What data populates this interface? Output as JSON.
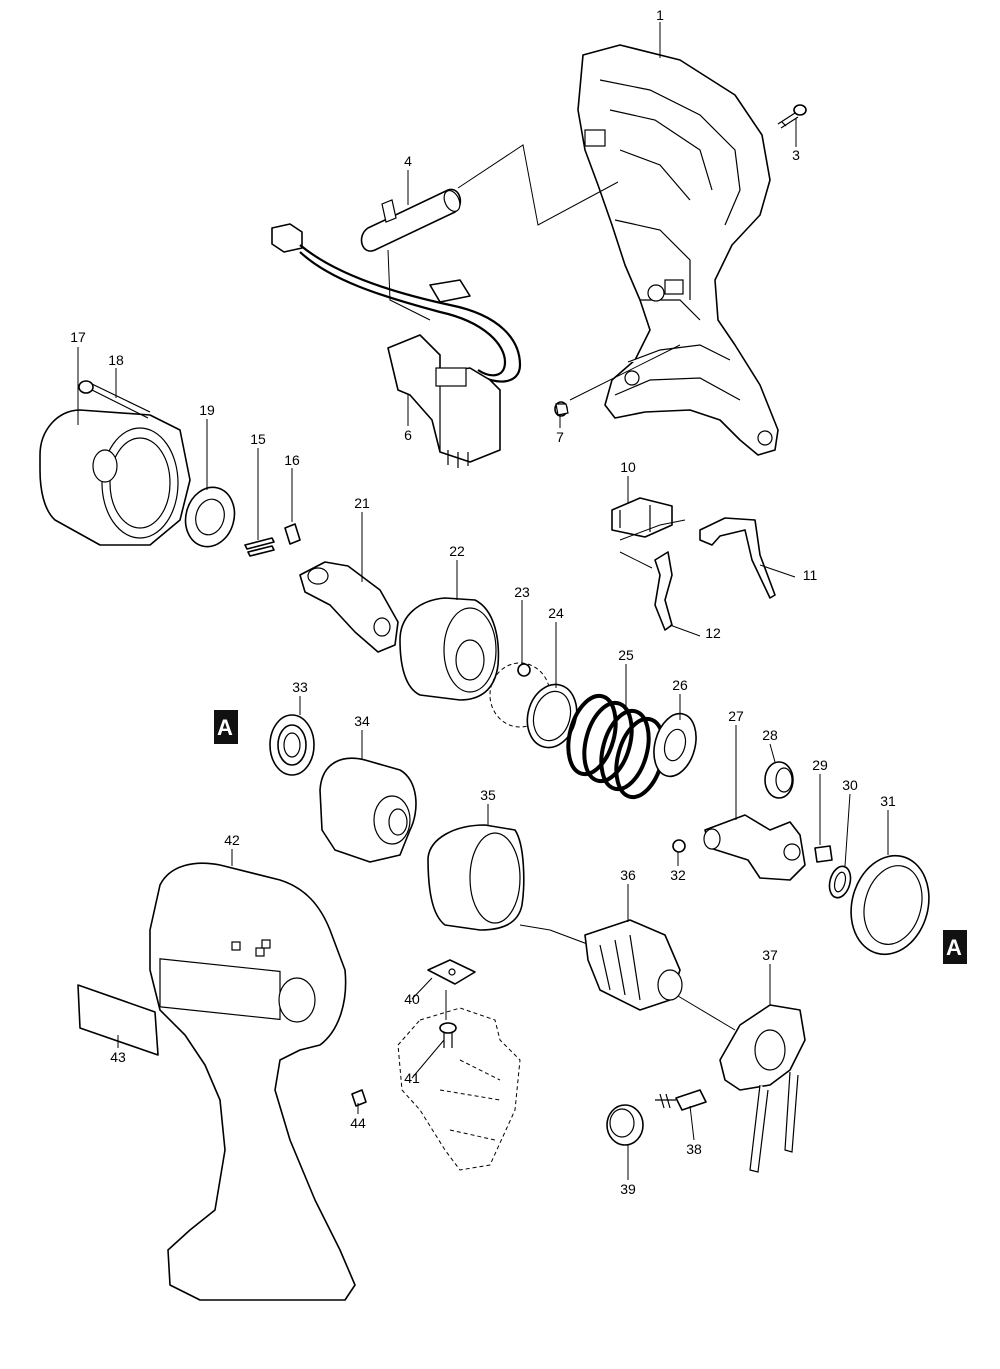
{
  "diagram": {
    "ref_marker": "A",
    "parts": [
      {
        "no": "1"
      },
      {
        "no": "3"
      },
      {
        "no": "4"
      },
      {
        "no": "6"
      },
      {
        "no": "7"
      },
      {
        "no": "10"
      },
      {
        "no": "11"
      },
      {
        "no": "12"
      },
      {
        "no": "15"
      },
      {
        "no": "16"
      },
      {
        "no": "17"
      },
      {
        "no": "18"
      },
      {
        "no": "19"
      },
      {
        "no": "21"
      },
      {
        "no": "22"
      },
      {
        "no": "23"
      },
      {
        "no": "24"
      },
      {
        "no": "25"
      },
      {
        "no": "26"
      },
      {
        "no": "27"
      },
      {
        "no": "28"
      },
      {
        "no": "29"
      },
      {
        "no": "30"
      },
      {
        "no": "31"
      },
      {
        "no": "32"
      },
      {
        "no": "33"
      },
      {
        "no": "34"
      },
      {
        "no": "35"
      },
      {
        "no": "36"
      },
      {
        "no": "37"
      },
      {
        "no": "38"
      },
      {
        "no": "39"
      },
      {
        "no": "40"
      },
      {
        "no": "41"
      },
      {
        "no": "42"
      },
      {
        "no": "43"
      },
      {
        "no": "44"
      }
    ]
  }
}
